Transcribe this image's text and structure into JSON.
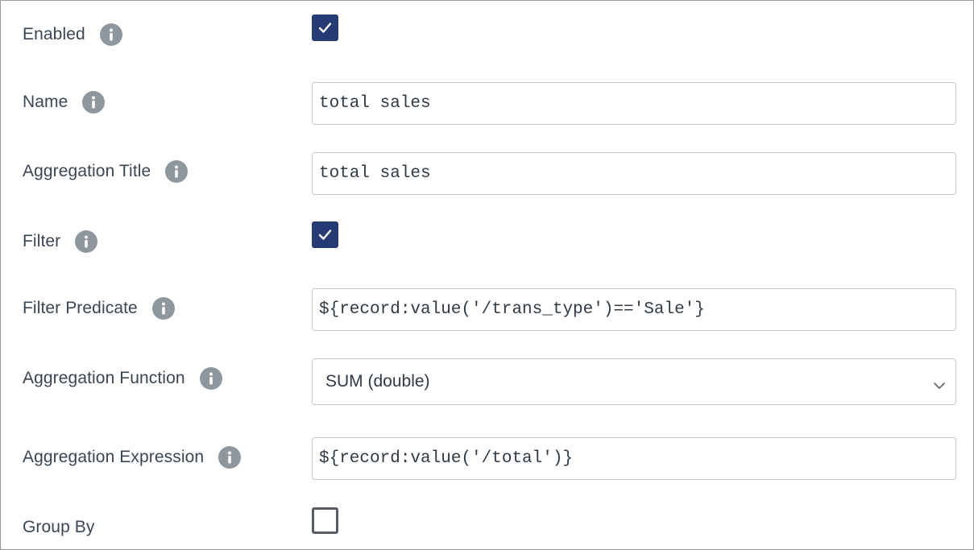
{
  "form": {
    "enabled": {
      "label": "Enabled",
      "checked": true,
      "info_icon": "info-icon"
    },
    "name": {
      "label": "Name",
      "value": "total sales",
      "info_icon": "info-icon"
    },
    "aggregation_title": {
      "label": "Aggregation Title",
      "value": "total sales",
      "info_icon": "info-icon"
    },
    "filter": {
      "label": "Filter",
      "checked": true,
      "info_icon": "info-icon"
    },
    "filter_predicate": {
      "label": "Filter Predicate",
      "value": "${record:value('/trans_type')=='Sale'}",
      "info_icon": "info-icon"
    },
    "aggregation_function": {
      "label": "Aggregation Function",
      "selected": "SUM (double)",
      "info_icon": "info-icon",
      "chevron_icon": "chevron-down-icon"
    },
    "aggregation_expression": {
      "label": "Aggregation Expression",
      "value": "${record:value('/total')}",
      "info_icon": "info-icon"
    },
    "group_by": {
      "label": "Group By",
      "checked": false
    }
  },
  "colors": {
    "label_text": "#3a4654",
    "info_icon": "#8e969e",
    "checkbox_checked": "#243c73",
    "checkbox_unchecked_border": "#555c63",
    "input_border": "#c4c9ce"
  }
}
